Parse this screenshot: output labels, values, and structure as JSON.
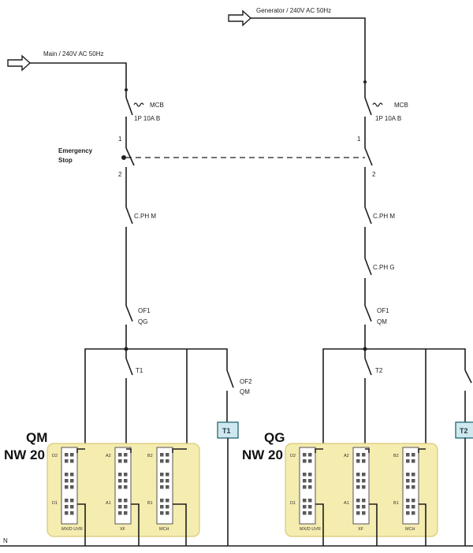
{
  "sources": {
    "main": "Main  / 240V AC 50Hz",
    "generator": "Generator  / 240V AC 50Hz"
  },
  "mcb": {
    "name": "MCB",
    "rating": "1P 10A B"
  },
  "emergency_stop": {
    "line1": "Emergency",
    "line2": "Stop"
  },
  "terminals": {
    "t1": "1",
    "t2": "2"
  },
  "contactors": {
    "main": "C.PH M",
    "gen": "C.PH G"
  },
  "of1_left": {
    "name": "OF1",
    "sub": "QG"
  },
  "of1_right": {
    "name": "OF1",
    "sub": "QM"
  },
  "of2": {
    "name": "OF2",
    "sub": "QM"
  },
  "contacts": {
    "t1": "T1",
    "t2": "T2"
  },
  "coils": {
    "t1": "T1",
    "t2": "T2"
  },
  "breakers": {
    "qm": {
      "name": "QM",
      "model": "NW 20"
    },
    "qg": {
      "name": "QG",
      "model": "NW 20"
    }
  },
  "block_labels": {
    "b1": "MX/D UVR",
    "b2": "XF",
    "b3": "MCH"
  },
  "pin_labels": {
    "left_top": "D2",
    "left_bot": "D1",
    "mid_top": "A2",
    "mid_bot": "A1",
    "right_top": "B2",
    "right_bot": "B1"
  },
  "neutral": "N"
}
